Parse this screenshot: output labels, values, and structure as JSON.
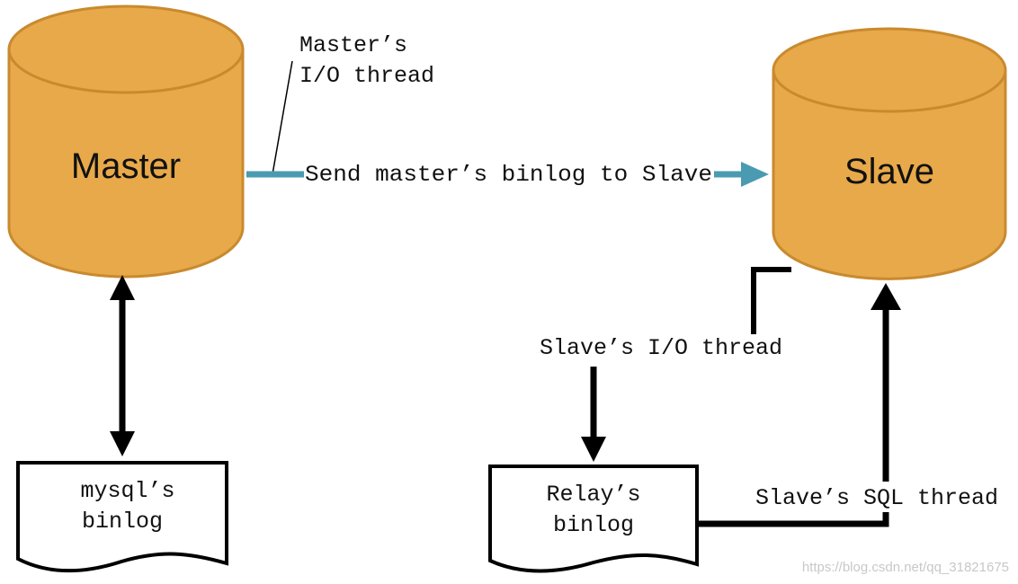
{
  "nodes": {
    "master": {
      "label": "Master"
    },
    "slave": {
      "label": "Slave"
    },
    "mysql_binlog": {
      "line1": "mysql’s",
      "line2": "binlog"
    },
    "relay_binlog": {
      "line1": "Relay’s",
      "line2": "binlog"
    }
  },
  "labels": {
    "master_io_line1": "Master’s",
    "master_io_line2": "I/O thread",
    "send_binlog": "Send master’s binlog to Slave",
    "slave_io": "Slave’s I/O thread",
    "slave_sql": "Slave’s SQL thread"
  },
  "watermark": "https://blog.csdn.net/qq_31821675",
  "colors": {
    "cylinder_fill": "#E8A94A",
    "cylinder_stroke": "#C98A2E",
    "arrow_teal": "#4A9BB2",
    "line_black": "#000000"
  }
}
